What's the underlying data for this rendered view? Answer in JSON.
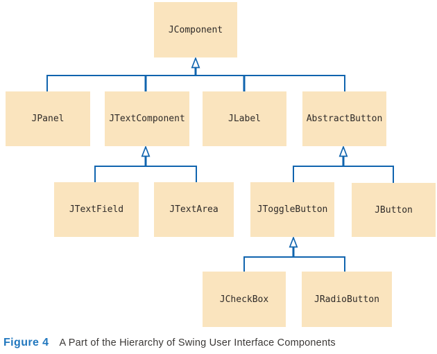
{
  "figure": {
    "label": "Figure 4",
    "caption": "A Part of the Hierarchy of Swing User Interface Components"
  },
  "colors": {
    "box_fill": "#FAE4BE",
    "line_blue": "#1064AE",
    "figure_label_blue": "#2177BE",
    "node_text": "#2E2A28",
    "caption_text": "#3B3836"
  },
  "diagram": {
    "type": "class-inheritance-hierarchy",
    "arrow_meaning": "hollow upward triangle = inherits from (UML generalization)",
    "nodes": [
      {
        "id": "jcomponent",
        "label": "JComponent",
        "parent": null
      },
      {
        "id": "jpanel",
        "label": "JPanel",
        "parent": "jcomponent"
      },
      {
        "id": "jtextcomponent",
        "label": "JTextComponent",
        "parent": "jcomponent"
      },
      {
        "id": "jlabel",
        "label": "JLabel",
        "parent": "jcomponent"
      },
      {
        "id": "abstractbutton",
        "label": "AbstractButton",
        "parent": "jcomponent"
      },
      {
        "id": "jtextfield",
        "label": "JTextField",
        "parent": "jtextcomponent"
      },
      {
        "id": "jtextarea",
        "label": "JTextArea",
        "parent": "jtextcomponent"
      },
      {
        "id": "jtogglebutton",
        "label": "JToggleButton",
        "parent": "abstractbutton"
      },
      {
        "id": "jbutton",
        "label": "JButton",
        "parent": "abstractbutton"
      },
      {
        "id": "jcheckbox",
        "label": "JCheckBox",
        "parent": "jtogglebutton"
      },
      {
        "id": "jradiobutton",
        "label": "JRadioButton",
        "parent": "jtogglebutton"
      }
    ]
  }
}
